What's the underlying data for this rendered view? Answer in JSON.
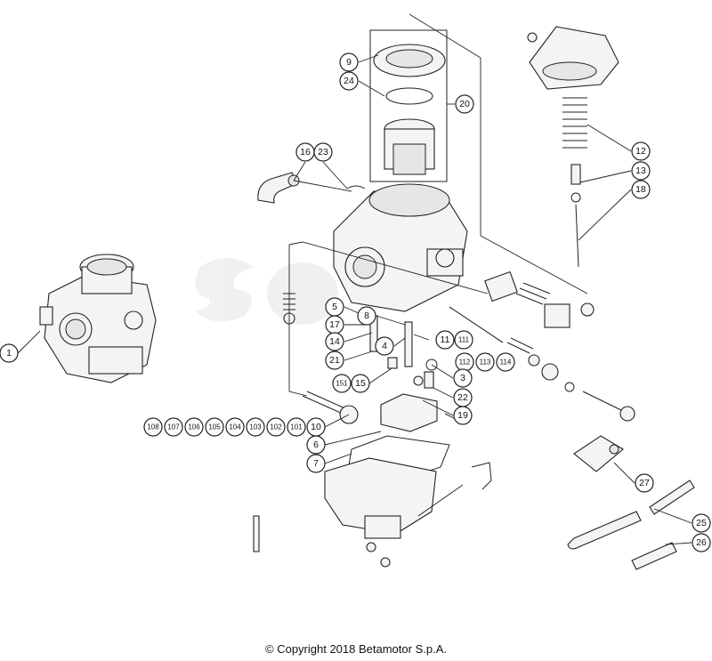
{
  "copyright": "© Copyright 2018 Betamotor S.p.A.",
  "callouts": [
    {
      "id": "c1",
      "label": "1"
    },
    {
      "id": "c9",
      "label": "9"
    },
    {
      "id": "c24",
      "label": "24"
    },
    {
      "id": "c20",
      "label": "20"
    },
    {
      "id": "c16",
      "label": "16"
    },
    {
      "id": "c23",
      "label": "23"
    },
    {
      "id": "c12",
      "label": "12"
    },
    {
      "id": "c13",
      "label": "13"
    },
    {
      "id": "c18",
      "label": "18"
    },
    {
      "id": "c5",
      "label": "5"
    },
    {
      "id": "c17",
      "label": "17"
    },
    {
      "id": "c8",
      "label": "8"
    },
    {
      "id": "c14",
      "label": "14"
    },
    {
      "id": "c4",
      "label": "4"
    },
    {
      "id": "c11a",
      "label": "11"
    },
    {
      "id": "c111",
      "label": "111"
    },
    {
      "id": "c21",
      "label": "21"
    },
    {
      "id": "c112",
      "label": "112"
    },
    {
      "id": "c113",
      "label": "113"
    },
    {
      "id": "c114",
      "label": "114"
    },
    {
      "id": "c151",
      "label": "151"
    },
    {
      "id": "c15",
      "label": "15"
    },
    {
      "id": "c3",
      "label": "3"
    },
    {
      "id": "c22",
      "label": "22"
    },
    {
      "id": "c19",
      "label": "19"
    },
    {
      "id": "c108",
      "label": "108"
    },
    {
      "id": "c107",
      "label": "107"
    },
    {
      "id": "c106",
      "label": "106"
    },
    {
      "id": "c105",
      "label": "105"
    },
    {
      "id": "c104",
      "label": "104"
    },
    {
      "id": "c103",
      "label": "103"
    },
    {
      "id": "c102",
      "label": "102"
    },
    {
      "id": "c101",
      "label": "101"
    },
    {
      "id": "c10",
      "label": "10"
    },
    {
      "id": "c6",
      "label": "6"
    },
    {
      "id": "c7",
      "label": "7"
    },
    {
      "id": "c27",
      "label": "27"
    },
    {
      "id": "c25",
      "label": "25"
    },
    {
      "id": "c26",
      "label": "26"
    }
  ]
}
